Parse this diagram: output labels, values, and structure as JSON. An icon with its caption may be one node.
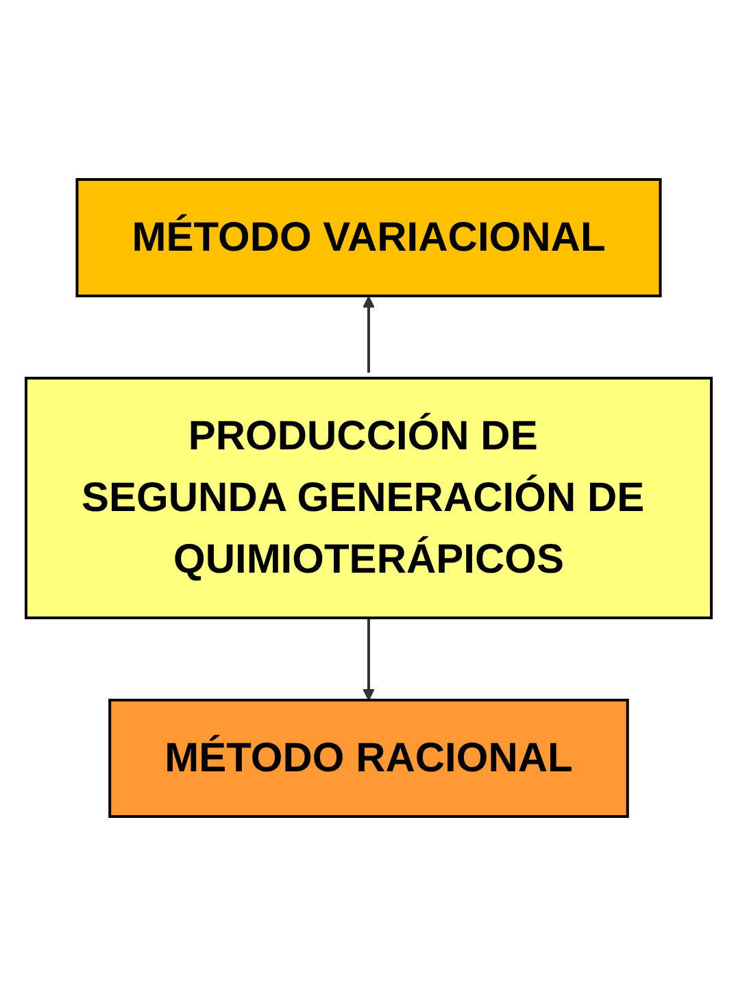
{
  "diagram": {
    "nodes": [
      {
        "text": [
          "MÉTODO VARIACIONAL"
        ]
      },
      {
        "text": [
          "PRODUCCIÓN DE SEGUNDA GENERACIÓN DE QUIMIOTERÁPICOS"
        ]
      },
      {
        "text": [
          "MÉTODO RACIONAL"
        ]
      }
    ],
    "edges": [
      {
        "from": 1,
        "to": 0,
        "arrow": "to"
      },
      {
        "from": 1,
        "to": 2,
        "arrow": "to"
      }
    ]
  }
}
